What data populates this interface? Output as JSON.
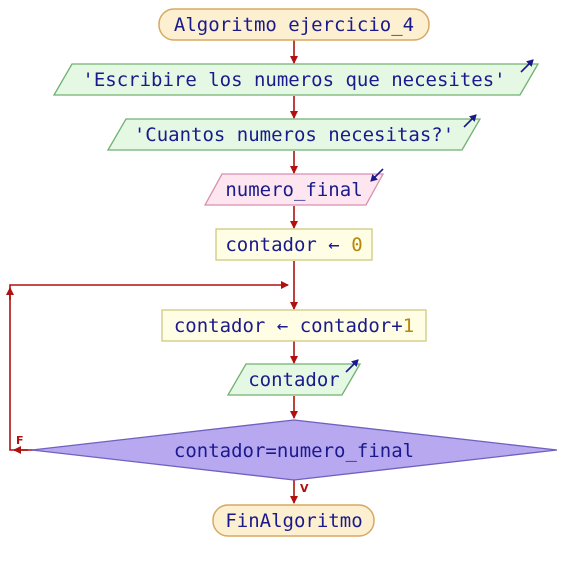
{
  "flowchart": {
    "start": {
      "label": "Algoritmo ejercicio_4"
    },
    "output1": {
      "label": "'Escribire los numeros que necesites'"
    },
    "output2": {
      "label": "'Cuantos numeros necesitas?'"
    },
    "input1": {
      "label": "numero_final"
    },
    "assign1": {
      "var": "contador",
      "arrow": "←",
      "value": "0"
    },
    "assign2": {
      "lhs": "contador",
      "arrow": "←",
      "rhs": "contador+",
      "value": "1"
    },
    "output3": {
      "label": "contador"
    },
    "decision": {
      "label": "contador=numero_final",
      "false_label": "F",
      "true_label": "V"
    },
    "end": {
      "label": "FinAlgoritmo"
    }
  },
  "colors": {
    "terminal_fill": "#fdf0d0",
    "terminal_stroke": "#d8a860",
    "output_fill": "#e4f8e4",
    "output_stroke": "#70b070",
    "input_fill": "#fde6f0",
    "input_stroke": "#d890b0",
    "process_fill": "#fffde4",
    "process_stroke": "#d0c880",
    "decision_fill": "#b8a8f0",
    "decision_stroke": "#7060c0",
    "edge": "#b01010",
    "text": "#1a1a8c",
    "number": "#b8860b",
    "io_arrow": "#1a1a8c"
  }
}
